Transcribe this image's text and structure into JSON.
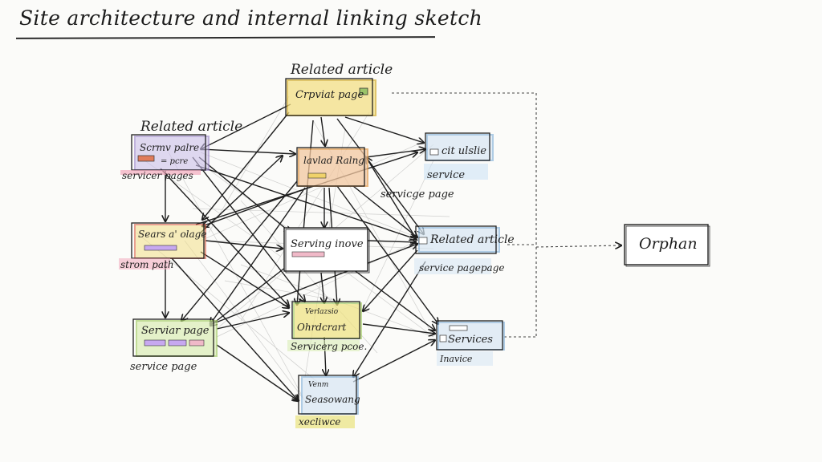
{
  "title": "Site architecture and internal linking sketch",
  "colors": {
    "ink": "#1e1e1e",
    "yellow": "#e9c940",
    "orange": "#e5a25a",
    "purple": "#9a84c9",
    "blue": "#8fb9dd",
    "green": "#a9cf6e",
    "pink": "#e38aa5",
    "red": "#d9553b"
  },
  "diagram": {
    "nodes": [
      {
        "id": "n1",
        "label_above": "Related article",
        "box_text": "Crpviat page",
        "label_below": ""
      },
      {
        "id": "n2",
        "label_above": "Related article",
        "box_text": "Scrmv palre",
        "box_subtext": "= pcre",
        "label_below": "servicer pages"
      },
      {
        "id": "n3",
        "label_above": "",
        "box_text": "lavlad Ralng",
        "label_below": ""
      },
      {
        "id": "n4",
        "label_above": "",
        "box_text": "cit ulslie",
        "label_below": "service"
      },
      {
        "id": "n5",
        "label_above": "",
        "box_text": "",
        "label_below": "servicge page"
      },
      {
        "id": "n6",
        "label_above": "",
        "box_text": "Sears a' olage",
        "label_below": "strom path"
      },
      {
        "id": "n7",
        "label_above": "",
        "box_text": "Serving inove",
        "label_below": ""
      },
      {
        "id": "n8",
        "label_above": "",
        "box_text": "Related article",
        "label_below": "service pagepage"
      },
      {
        "id": "n9",
        "label_above": "",
        "box_text": "Serviar page",
        "label_below": "service page"
      },
      {
        "id": "n10",
        "label_above": "",
        "box_text": "Ohrdcrart",
        "box_subtext": "Verlazsio",
        "label_below": "Servicerg pcoe."
      },
      {
        "id": "n11",
        "label_above": "",
        "box_text": "Services",
        "label_below": "Inavice"
      },
      {
        "id": "n12",
        "label_above": "",
        "box_text": "Seasowang",
        "box_subtext": "Venm",
        "label_below": "xecliwce"
      },
      {
        "id": "n13",
        "label_above": "",
        "box_text": "Orphan",
        "label_below": ""
      }
    ]
  }
}
